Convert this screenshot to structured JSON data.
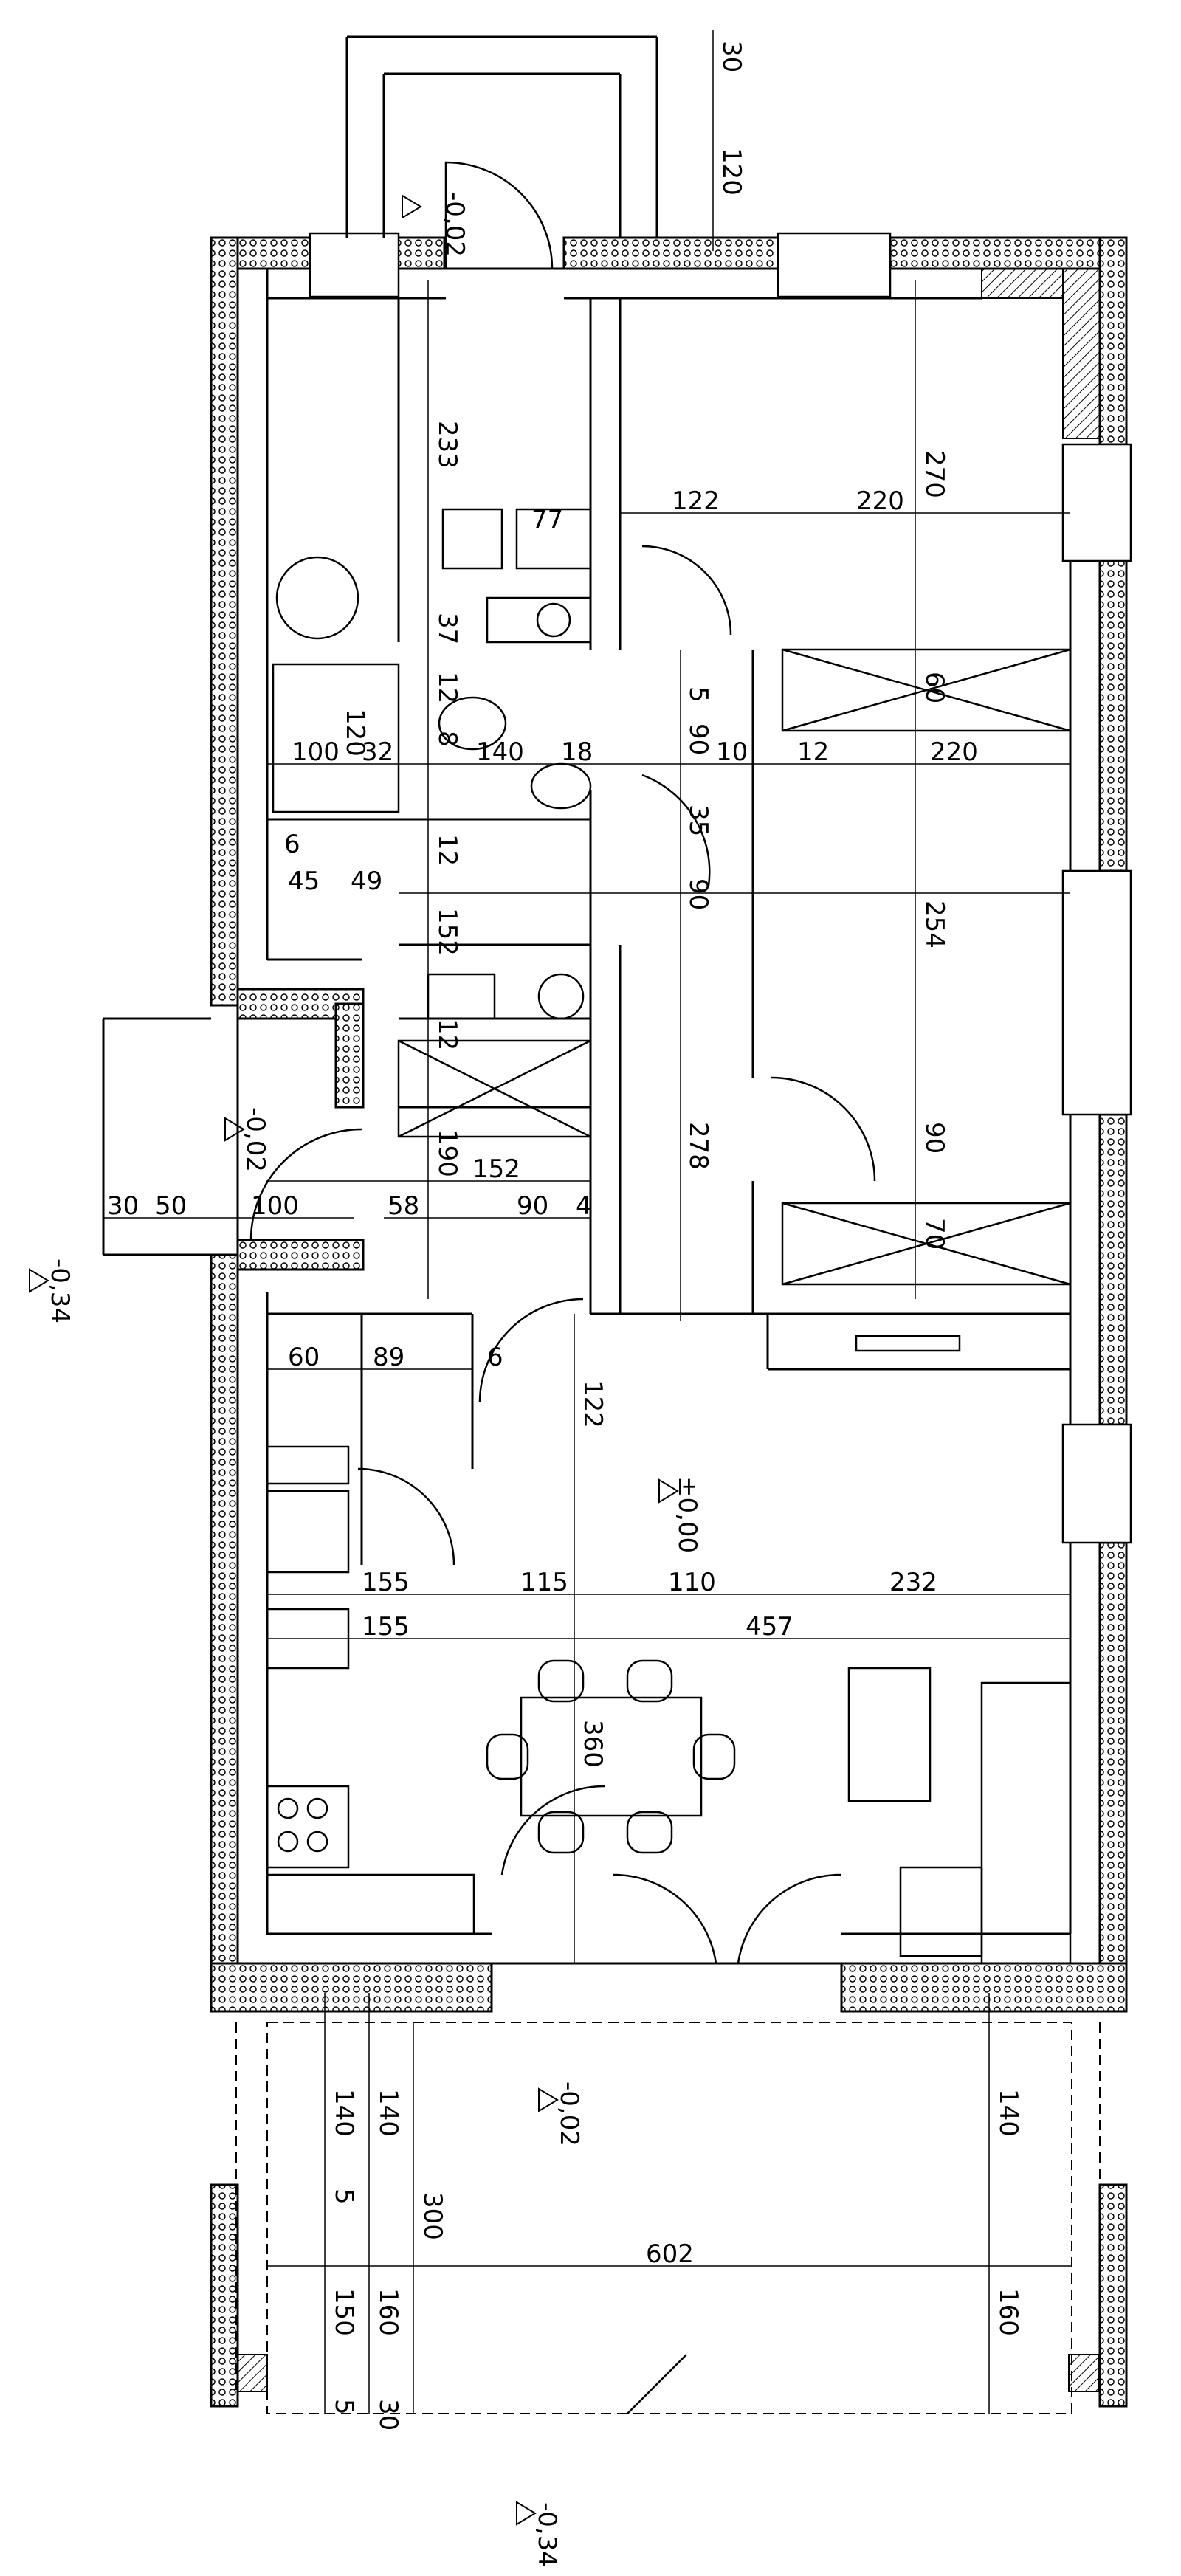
{
  "levels": {
    "entrance_top": "-0,02",
    "side_entry": "-0,02",
    "side_outside": "-0,34",
    "ground_floor": "±0,00",
    "terrace": "-0,02",
    "bottom_outside": "-0,34"
  },
  "dimensions": {
    "top_30": "30",
    "top_120": "120",
    "d233": "233",
    "d77": "77",
    "d37": "37",
    "d12a": "12",
    "d8": "8",
    "d100": "100",
    "d120": "120",
    "d32": "32",
    "d140": "140",
    "d18": "18",
    "d5": "5",
    "d90a": "90",
    "d10": "10",
    "d12b": "12",
    "d220a": "220",
    "d35": "35",
    "d6a": "6",
    "d45": "45",
    "d49": "49",
    "d12c": "12",
    "d152a": "152",
    "d90b": "90",
    "d12d": "12",
    "d122a": "122",
    "d220b": "220",
    "d270": "270",
    "d60a": "60",
    "d254": "254",
    "d90c": "90",
    "d70": "70",
    "d278": "278",
    "d190": "190",
    "d152b": "152",
    "d58": "58",
    "d90d": "90",
    "d4": "4",
    "d30a": "30",
    "d50": "50",
    "d100b": "100",
    "d60b": "60",
    "d89": "89",
    "d6b": "6",
    "d122b": "122",
    "d155a": "155",
    "d115": "115",
    "d110": "110",
    "d232": "232",
    "d155b": "155",
    "d457": "457",
    "d360": "360",
    "d140a": "140",
    "d140b": "140",
    "d140c": "140",
    "d5b": "5",
    "d300": "300",
    "d602": "602",
    "d150": "150",
    "d160a": "160",
    "d160b": "160",
    "d5c": "5",
    "d30b": "30"
  }
}
